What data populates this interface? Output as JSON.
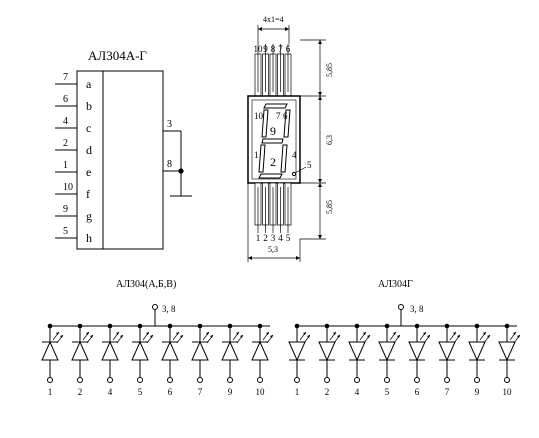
{
  "schematic": {
    "title": "АЛ304А-Г",
    "inputs": [
      {
        "pin": "7",
        "segment": "a"
      },
      {
        "pin": "6",
        "segment": "b"
      },
      {
        "pin": "4",
        "segment": "c"
      },
      {
        "pin": "2",
        "segment": "d"
      },
      {
        "pin": "1",
        "segment": "e"
      },
      {
        "pin": "10",
        "segment": "f"
      },
      {
        "pin": "9",
        "segment": "g"
      },
      {
        "pin": "5",
        "segment": "h"
      }
    ],
    "common_pins": [
      "3",
      "8"
    ]
  },
  "package": {
    "pitch_label": "4x1=4",
    "top_pins": [
      "10",
      "9",
      "8",
      "7",
      "6"
    ],
    "bottom_pins": [
      "1",
      "2",
      "3",
      "4",
      "5"
    ],
    "height_top_label": "5,85",
    "height_middle_label": "6,3",
    "height_bottom_label": "5,85",
    "width_label": "5,3",
    "inner_labels": {
      "tl": "10",
      "tr": "7",
      "tr2": "6",
      "center_top": "9",
      "left_mid": "1",
      "right_mid": "4",
      "center_bottom": "2",
      "dp": "5"
    }
  },
  "diagrams": [
    {
      "title": "АЛ304(А,Б,В)",
      "common_label": "3, 8",
      "pins": [
        "1",
        "2",
        "4",
        "5",
        "6",
        "7",
        "9",
        "10"
      ],
      "direction": "up"
    },
    {
      "title": "АЛ304Г",
      "common_label": "3, 8",
      "pins": [
        "1",
        "2",
        "4",
        "5",
        "6",
        "7",
        "9",
        "10"
      ],
      "direction": "down"
    }
  ]
}
